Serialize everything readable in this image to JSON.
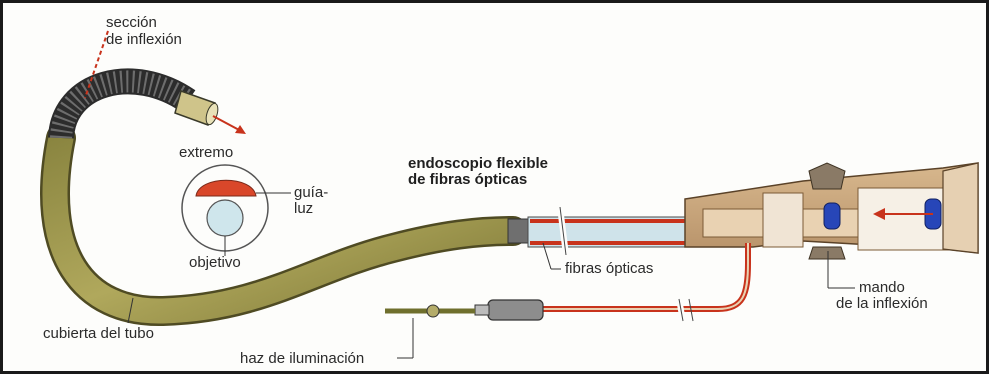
{
  "diagram": {
    "title_line1": "endoscopio flexible",
    "title_line2": "de fibras ópticas",
    "labels": {
      "seccion_line1": "sección",
      "seccion_line2": "de inflexión",
      "extremo": "extremo",
      "guia_line1": "guía-",
      "guia_line2": "luz",
      "objetivo": "objetivo",
      "fibras": "fibras ópticas",
      "mando_line1": "mando",
      "mando_line2": "de la inflexión",
      "cubierta": "cubierta del tubo",
      "haz": "haz de iluminación"
    },
    "colors": {
      "tube": "#a39a4e",
      "fiber": "#c8331c",
      "bellows": "#2c2c2c",
      "knob": "#2746b8",
      "body": "#c9a77c"
    }
  }
}
